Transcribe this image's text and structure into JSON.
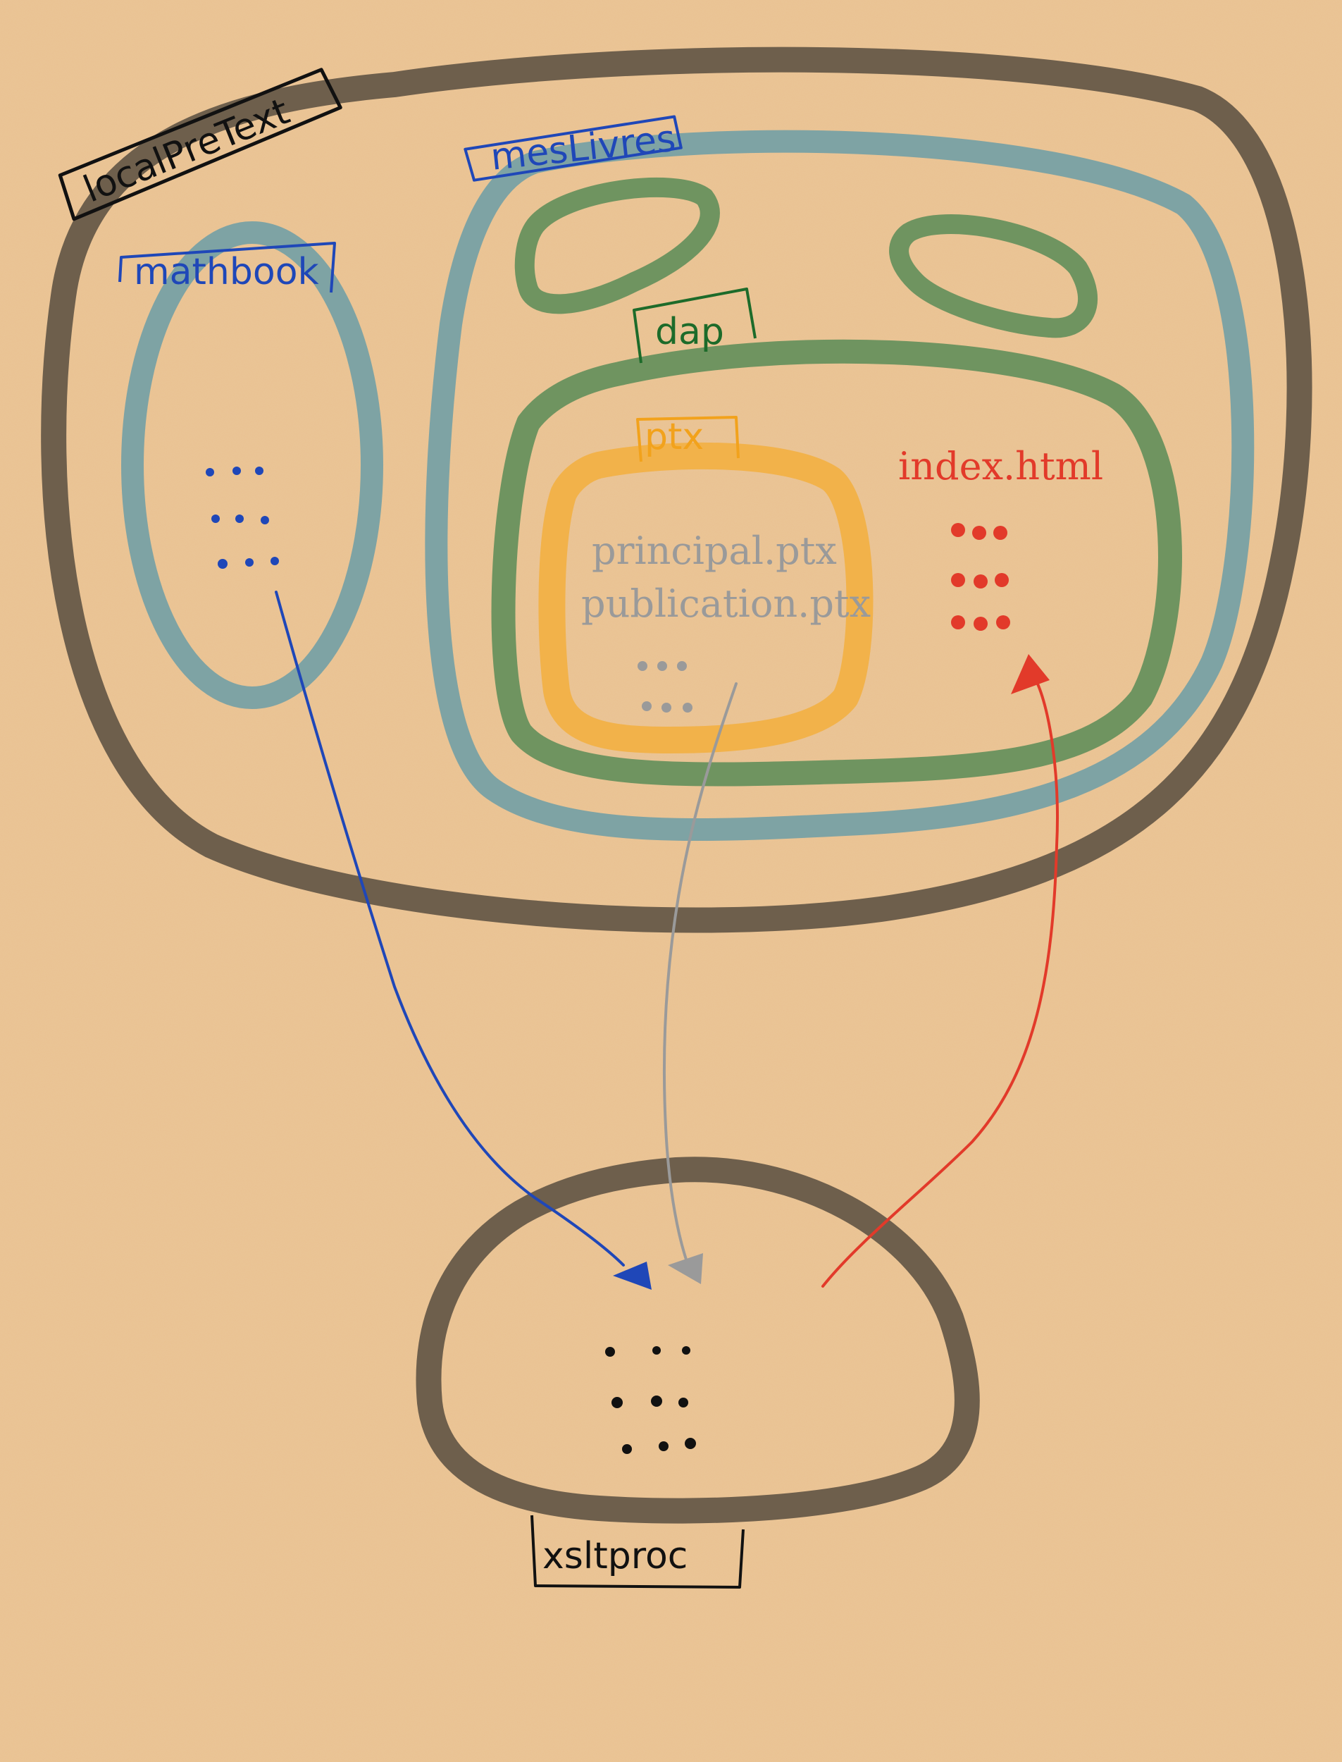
{
  "background_color": "#e9c190",
  "colors": {
    "outer": "#6e5f4c",
    "blue_ring": "#7ea3a4",
    "green_ring": "#6f9460",
    "orange_ring": "#f2b24a",
    "blue_ink": "#1f47b8",
    "gray_ink": "#9a9a9a",
    "red_ink": "#e23a2a",
    "green_ink": "#1d6b2a",
    "orange_ink": "#f2a21c",
    "black_ink": "#111111"
  },
  "labels": {
    "localpretext": "localPreText",
    "mesLivres": "mesLivres",
    "mathbook": "mathbook",
    "dap": "dap",
    "ptx": "ptx",
    "xsltproc": "xsltproc"
  },
  "files": {
    "principal": "principal.ptx",
    "publication": "publication.ptx",
    "index": "index.html"
  },
  "connections": [
    {
      "from": "mathbook",
      "to": "xsltproc",
      "color": "blue"
    },
    {
      "from": "ptx",
      "to": "xsltproc",
      "color": "gray"
    },
    {
      "from": "xsltproc",
      "to": "index.html",
      "color": "red"
    }
  ]
}
